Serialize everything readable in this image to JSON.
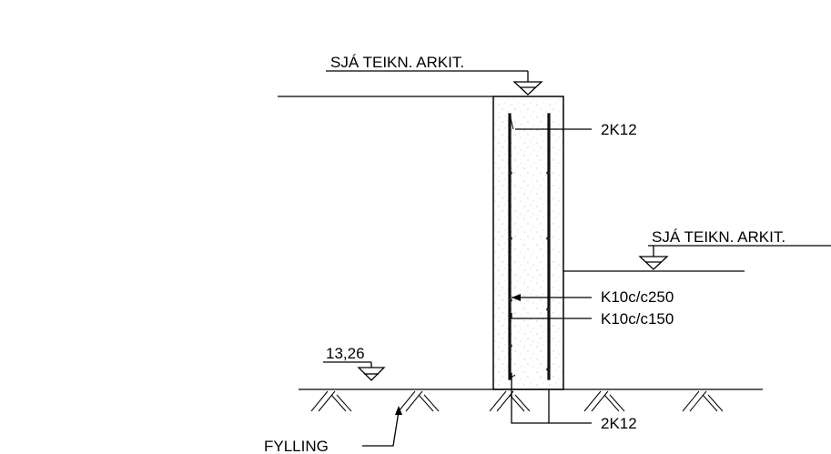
{
  "drawing": {
    "top_level_label": "SJÁ TEIKN. ARKIT.",
    "side_level_label": "SJÁ TEIKN. ARKIT.",
    "ground_level_label": "13,26",
    "rebar_top_label": "2K12",
    "rebar_stirrup_label_1": "K10c/c250",
    "rebar_stirrup_label_2": "K10c/c150",
    "rebar_bottom_label": "2K12",
    "fill_label": "FYLLING"
  }
}
